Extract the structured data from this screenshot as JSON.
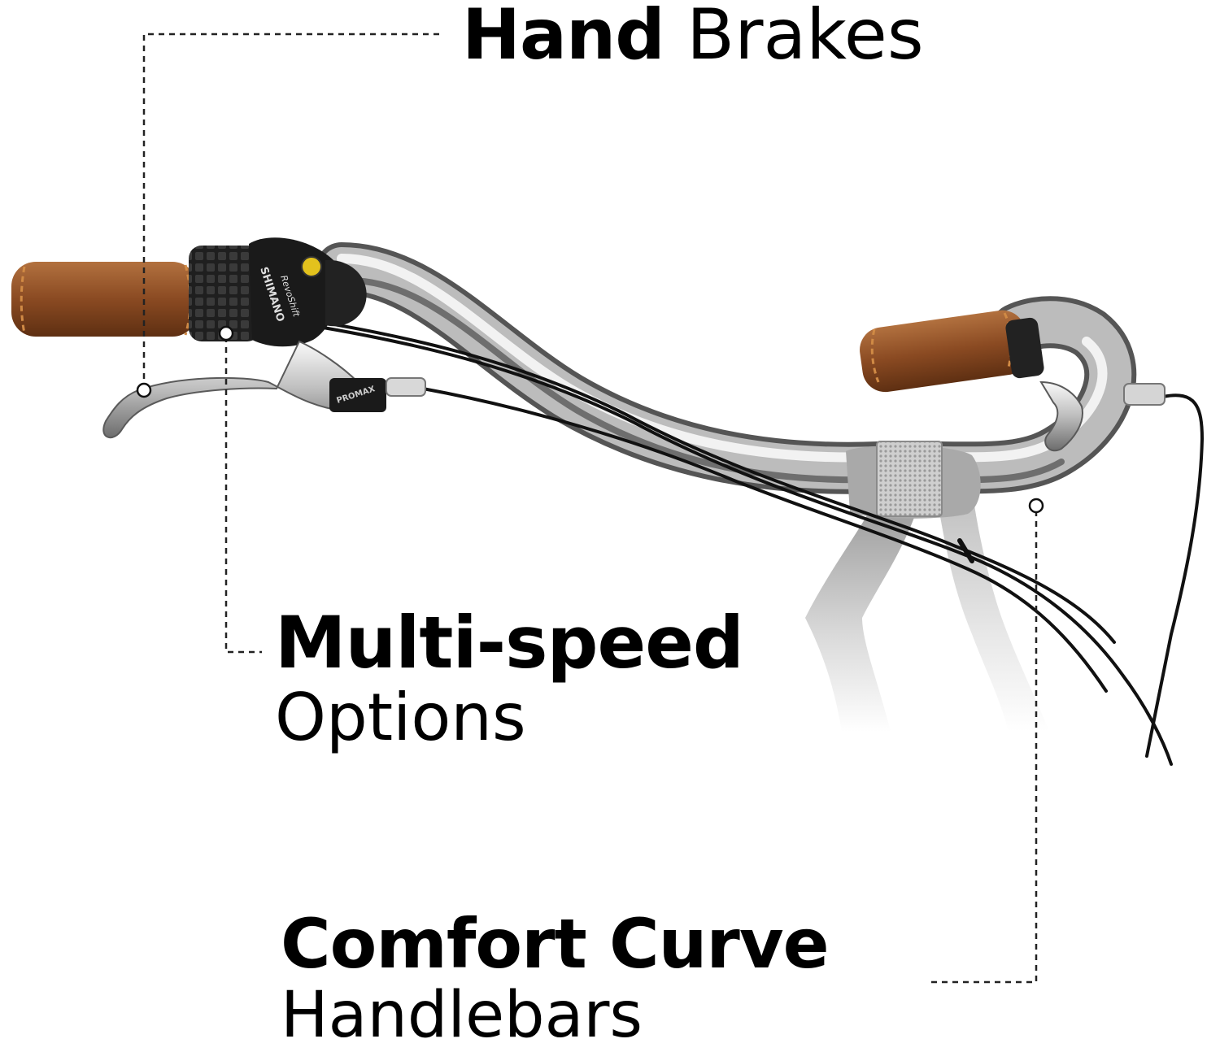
{
  "callouts": {
    "hand_brakes": {
      "bold": "Hand",
      "light": "Brakes"
    },
    "multi_speed": {
      "bold": "Multi-speed",
      "light": "Options"
    },
    "comfort_curve": {
      "bold": "Comfort Curve",
      "light": "Handlebars"
    }
  },
  "shifter_text": {
    "brand": "SHIMANO",
    "model": "RevoShift"
  },
  "lever_text": "PROMAX",
  "colors": {
    "leather_grip": "#8a4a22",
    "grip_stitch": "#d08a45",
    "chrome": "#b8b8b8",
    "cable": "#111111",
    "shifter_body": "#1a1a1a",
    "shifter_badge": "#e3c21d",
    "reflector": "#d9d9d9",
    "leader_line": "#222222"
  }
}
